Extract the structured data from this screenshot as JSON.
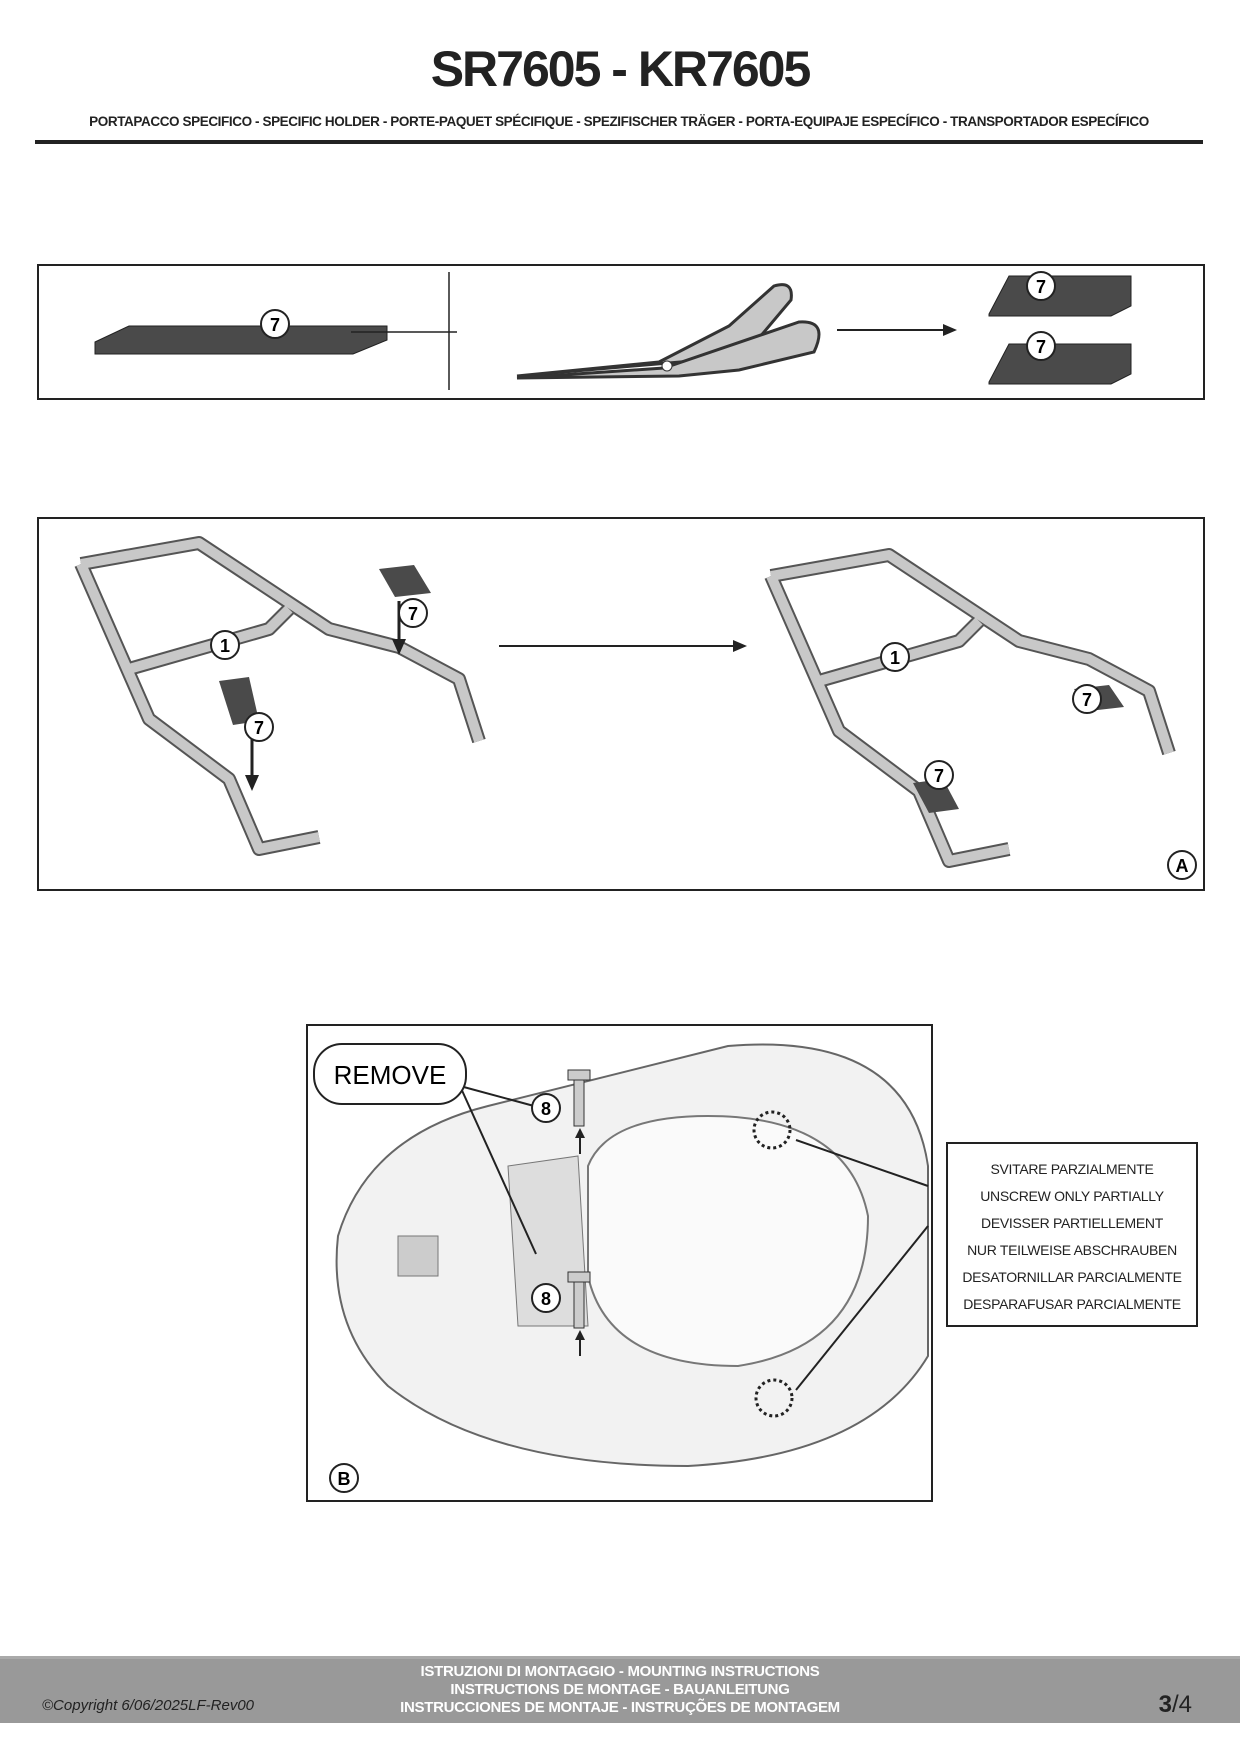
{
  "header": {
    "title": "SR7605 - KR7605",
    "subtitle": "PORTAPACCO SPECIFICO - SPECIFIC HOLDER - PORTE-PAQUET SPÉCIFIQUE - SPEZIFISCHER TRÄGER - PORTA-EQUIPAJE ESPECÍFICO - TRANSPORTADOR ESPECÍFICO"
  },
  "step1": {
    "part_label": "7"
  },
  "stepA": {
    "part_rack": "1",
    "part_pad": "7",
    "step_label": "A"
  },
  "stepB": {
    "remove_label": "REMOVE",
    "screw_label": "8",
    "step_label": "B",
    "callout_lines": [
      "SVITARE PARZIALMENTE",
      "UNSCREW ONLY PARTIALLY",
      "DEVISSER PARTIELLEMENT",
      "NUR TEILWEISE ABSCHRAUBEN",
      "DESATORNILLAR PARCIALMENTE",
      "DESPARAFUSAR PARCIALMENTE"
    ]
  },
  "footer": {
    "lines": [
      "ISTRUZIONI DI MONTAGGIO  -  MOUNTING INSTRUCTIONS",
      "INSTRUCTIONS DE MONTAGE - BAUANLEITUNG",
      "INSTRUCCIONES DE MONTAJE - INSTRUÇÕES DE MONTAGEM"
    ],
    "copyright": "©Copyright 6/06/2025LF-Rev00",
    "page_current": "3",
    "page_total": "/4"
  },
  "colors": {
    "ink": "#222222",
    "pad": "#4a4a4a",
    "rack": "#c8c8c8",
    "footer": "#999999"
  }
}
